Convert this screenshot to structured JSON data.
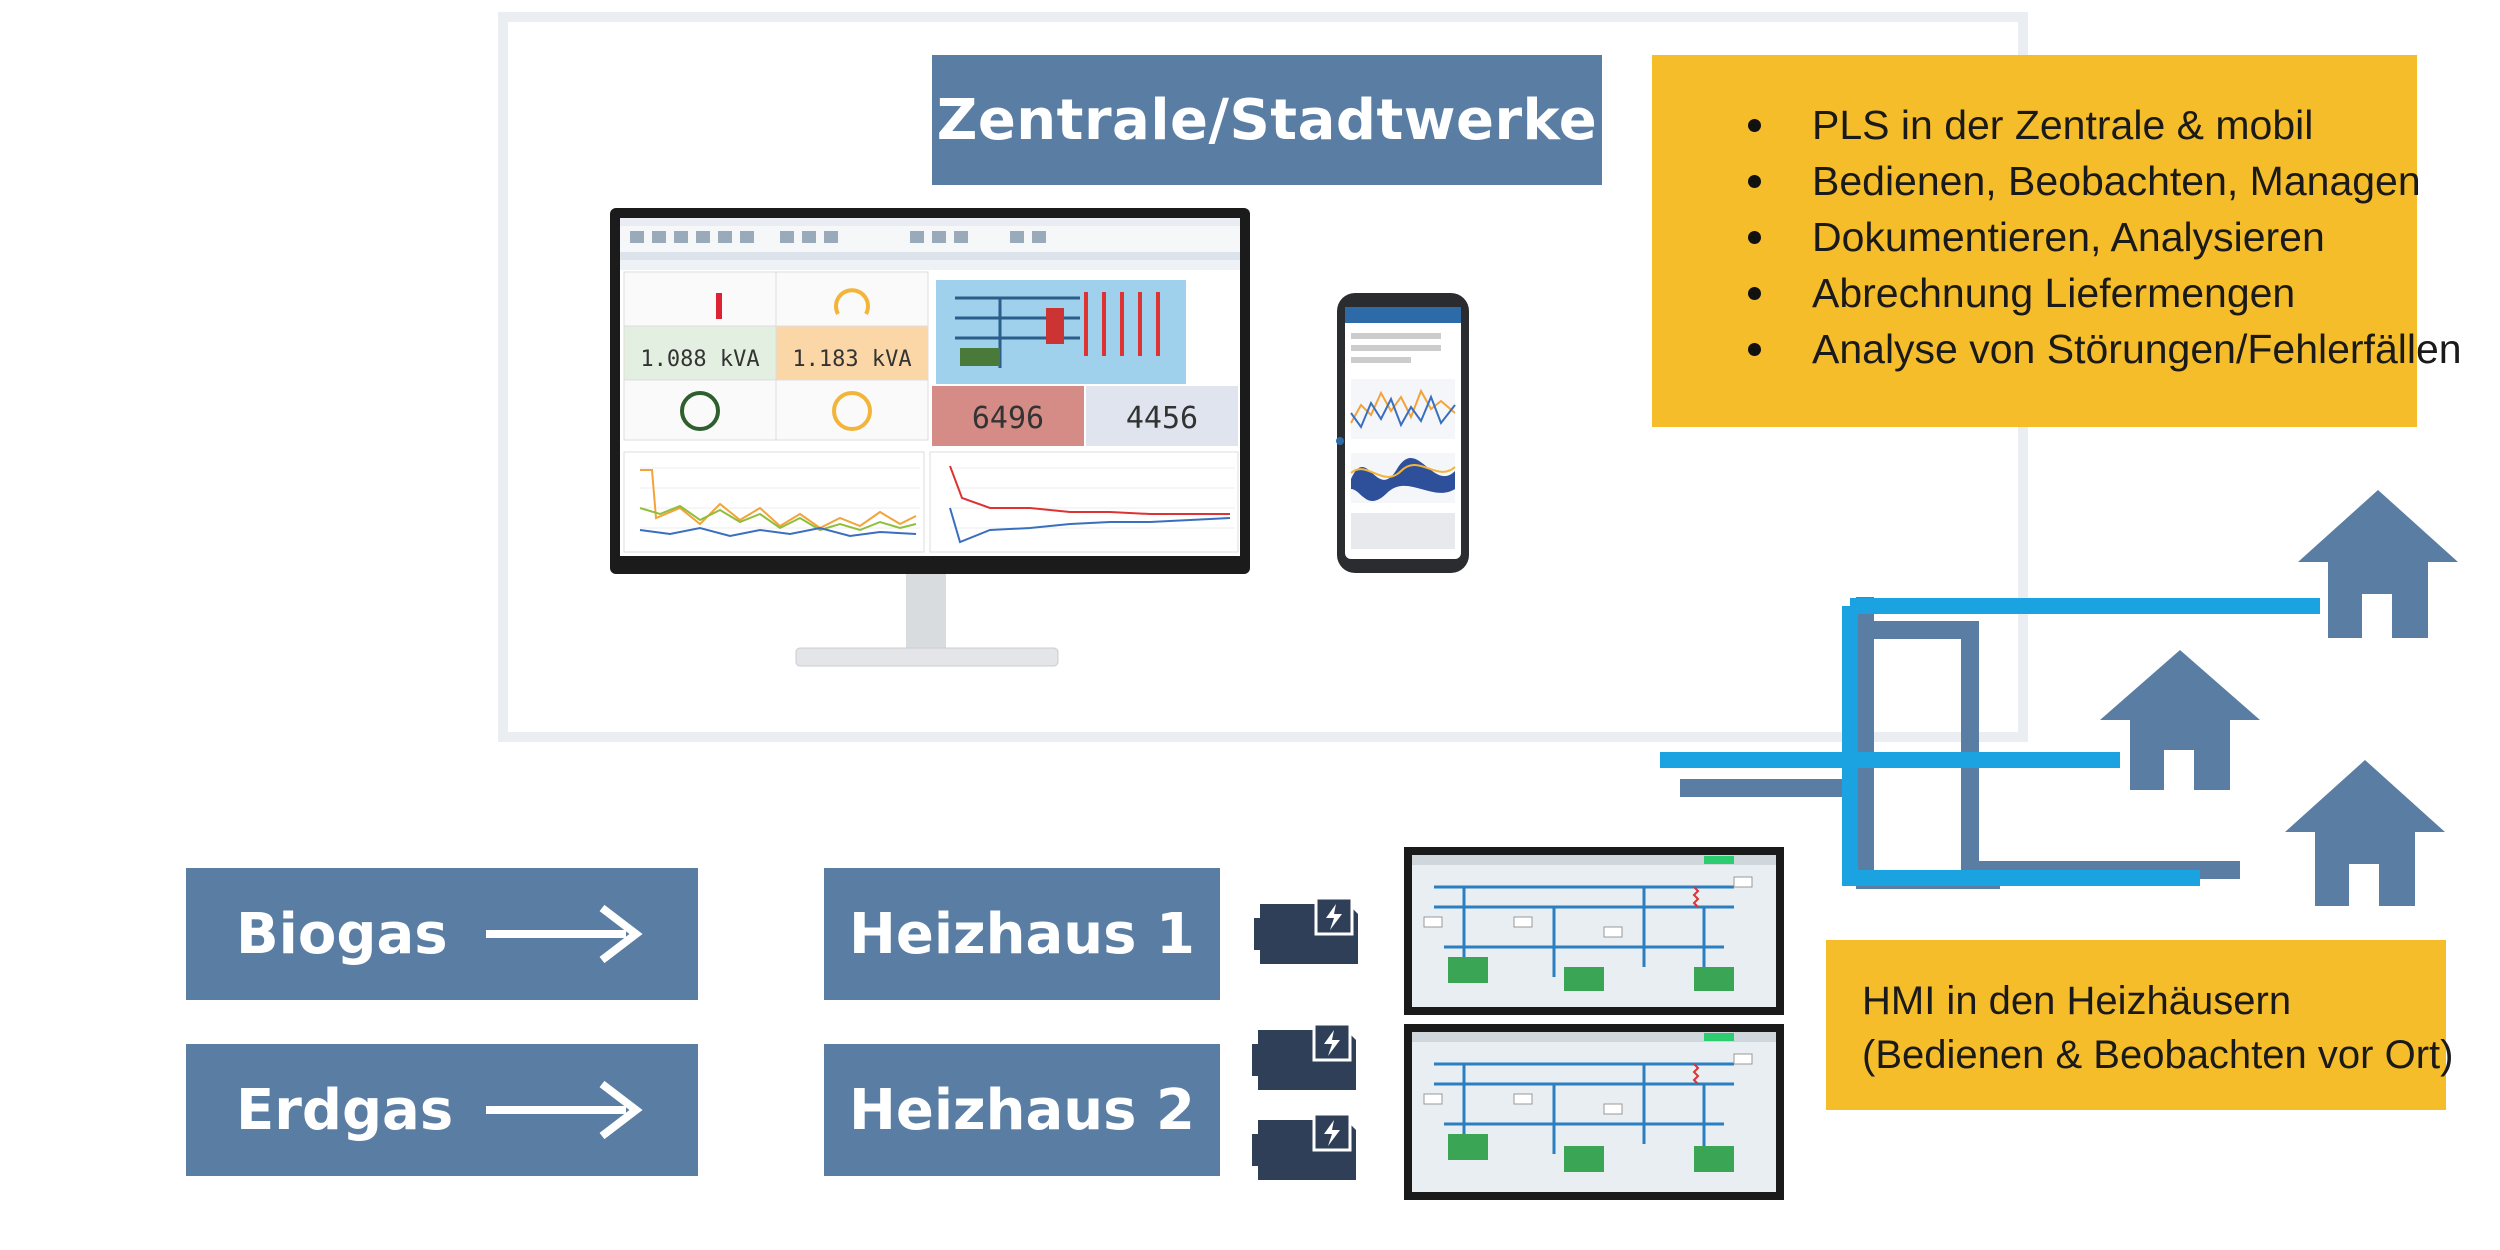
{
  "title": "Zentrale/Stadtwerke",
  "features": [
    "PLS in der Zentrale & mobil",
    "Bedienen, Beobachten, Managen",
    "Dokumentieren, Analysieren",
    "Abrechnung Liefermengen",
    "Analyse von Störungen/Fehlerfällen"
  ],
  "hmi_note": {
    "line1": "HMI in den Heizhäusern",
    "line2": "(Bedienen & Beobachten vor Ort)"
  },
  "sources": [
    {
      "label": "Biogas"
    },
    {
      "label": "Erdgas"
    }
  ],
  "heizhaeuser": [
    {
      "label": "Heizhaus 1"
    },
    {
      "label": "Heizhaus 2"
    }
  ],
  "monitor": {
    "tile_values": [
      "1.088 kVA",
      "1.183 kVA"
    ],
    "counters": [
      "6496",
      "4456"
    ]
  },
  "colors": {
    "box_blue": "#5a7da3",
    "info_yellow": "#f6bd2a",
    "pipe_cyan": "#1aa3e0",
    "frame_gray": "#eaeef3"
  }
}
